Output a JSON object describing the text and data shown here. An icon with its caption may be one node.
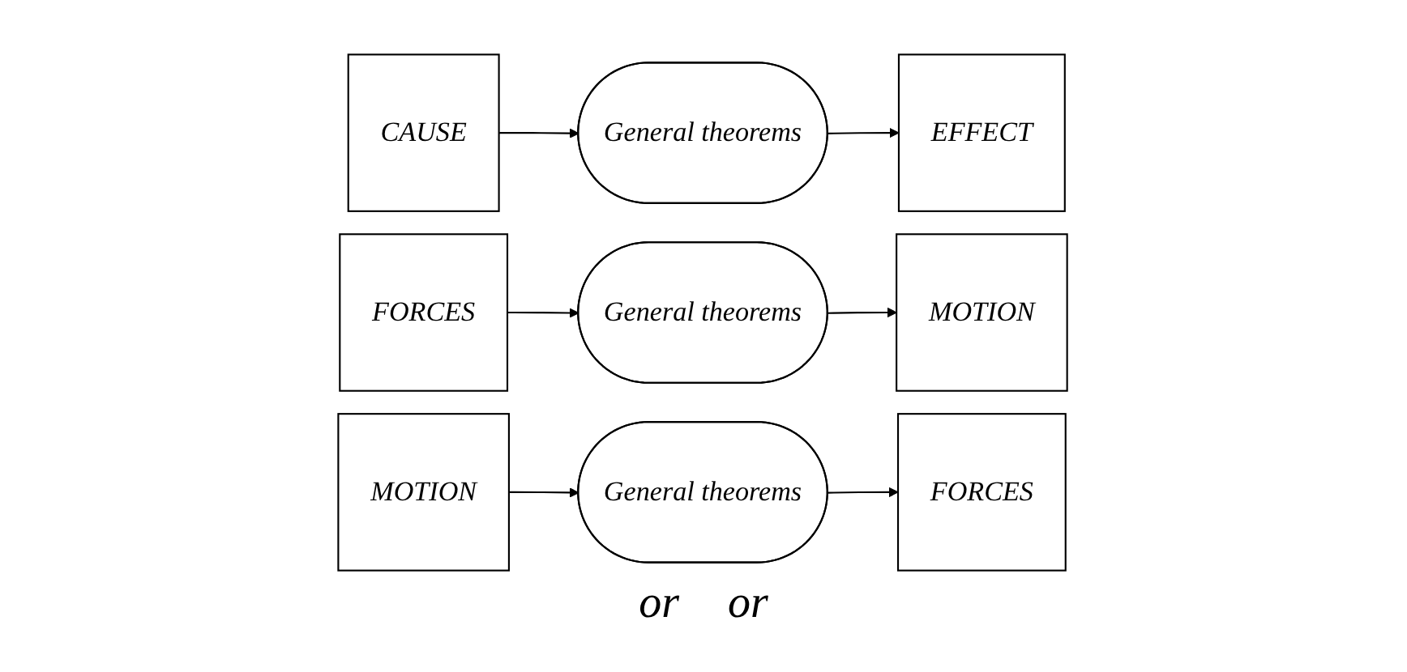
{
  "diagram": {
    "nodes": [
      {
        "text": [
          "CAUSE"
        ]
      },
      {
        "text": [
          "General theorems"
        ]
      },
      {
        "text": [
          "EFFECT"
        ]
      },
      {
        "text": [
          "FORCES"
        ]
      },
      {
        "text": [
          "General theorems"
        ]
      },
      {
        "text": [
          "MOTION"
        ]
      },
      {
        "text": [
          "MOTION"
        ]
      },
      {
        "text": [
          "General theorems"
        ]
      },
      {
        "text": [
          "FORCES"
        ]
      }
    ],
    "edges": [
      {
        "from": 0,
        "to": 1,
        "arrow": "to"
      },
      {
        "from": 1,
        "to": 2,
        "arrow": "to"
      },
      {
        "from": 3,
        "to": 4,
        "arrow": "to"
      },
      {
        "from": 4,
        "to": 5,
        "arrow": "to"
      },
      {
        "from": 6,
        "to": 7,
        "arrow": "to"
      },
      {
        "from": 7,
        "to": 8,
        "arrow": "to"
      }
    ],
    "labels": [
      "or",
      "or"
    ]
  }
}
